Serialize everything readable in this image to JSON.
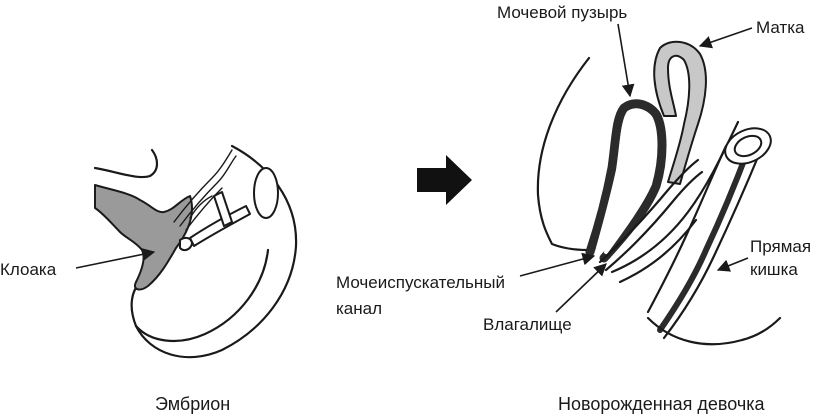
{
  "labels": {
    "cloaca": "Клоака",
    "bladder": "Мочевой пузырь",
    "uterus": "Матка",
    "urethra_line1": "Мочеиспускательный",
    "urethra_line2": "канал",
    "vagina": "Влагалище",
    "rectum_line1": "Прямая",
    "rectum_line2": "кишка"
  },
  "captions": {
    "embryo": "Эмбрион",
    "newborn": "Новорожденная девочка"
  },
  "colors": {
    "ink": "#1a1a1a",
    "cloaca_fill": "#9a9a9a",
    "uterus_fill": "#c8c8c8",
    "arrow_fill": "#111111"
  },
  "icons": {
    "transition": "right-arrow-icon"
  }
}
